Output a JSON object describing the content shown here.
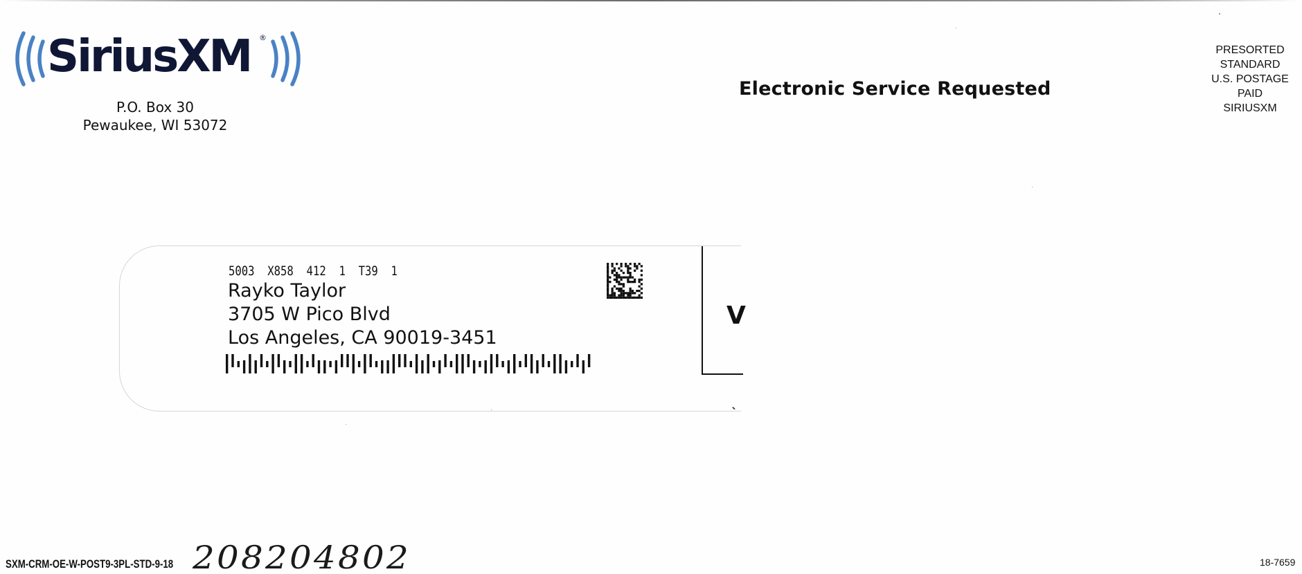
{
  "sender": {
    "logo_text": "SiriusXM",
    "logo_registered_mark": "®",
    "return_address": [
      "P.O. Box 30",
      "Pewaukee, WI 53072"
    ]
  },
  "notice": "Electronic Service Requested",
  "postage_indicia": [
    "PRESORTED",
    "STANDARD",
    "U.S. POSTAGE",
    "PAID",
    "SIRIUSXM"
  ],
  "recipient": {
    "mail_code": "5003  X858  412  1  T39  1",
    "name": "Rayko Taylor",
    "street": "3705 W Pico Blvd",
    "city_state_zip": "Los Angeles, CA 90019-3451"
  },
  "insert_partial_letter": "V",
  "footer": {
    "job_code": "SXM-CRM-OE-W-POST9-3PL-STD-9-18",
    "handwritten_number": "208204802",
    "form_number": "18-7659"
  },
  "colors": {
    "logo_wave_blue": "#4a82c4",
    "logo_text_navy": "#101735"
  },
  "icons": {
    "logo_waves": "radio-wave-icon",
    "postal_barcode": "intelligent-mail-barcode-icon",
    "datamatrix": "datamatrix-code-icon"
  }
}
